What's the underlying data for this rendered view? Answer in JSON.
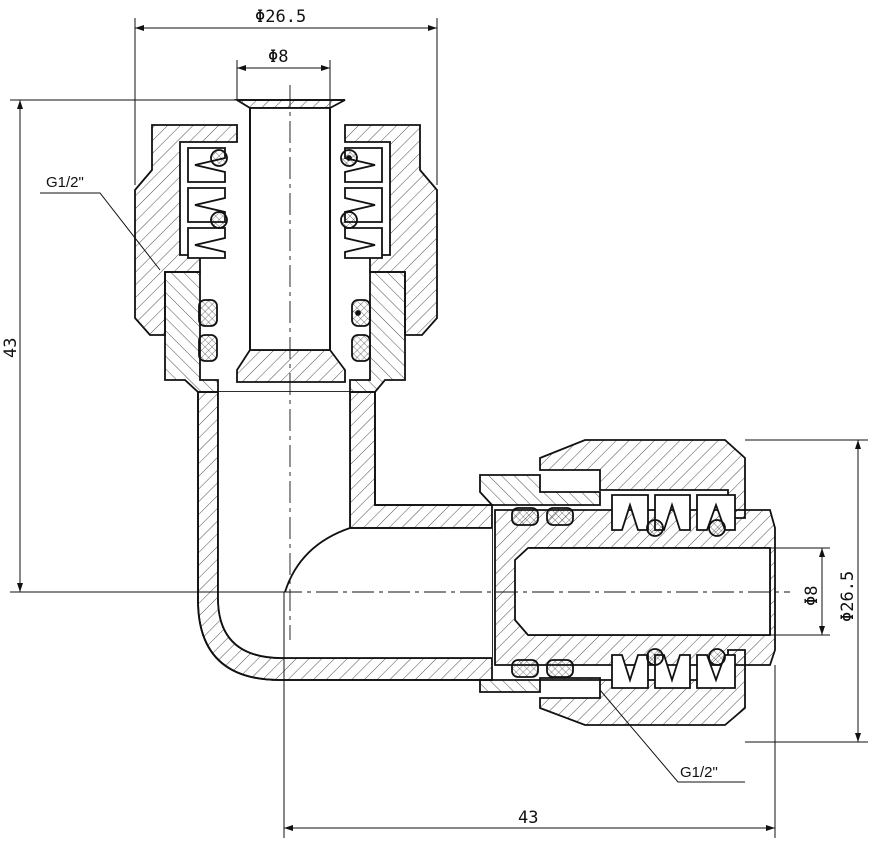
{
  "dimensions": {
    "top_outer_diameter": "Φ26.5",
    "top_inner_diameter": "Φ8",
    "left_height": "43",
    "bottom_width": "43",
    "right_inner_diameter": "Φ8",
    "right_outer_diameter": "Φ26.5"
  },
  "threads": {
    "upper_left": "G1/2\"",
    "lower_right": "G1/2\""
  },
  "colors": {
    "line": "#111111",
    "background": "#ffffff"
  }
}
